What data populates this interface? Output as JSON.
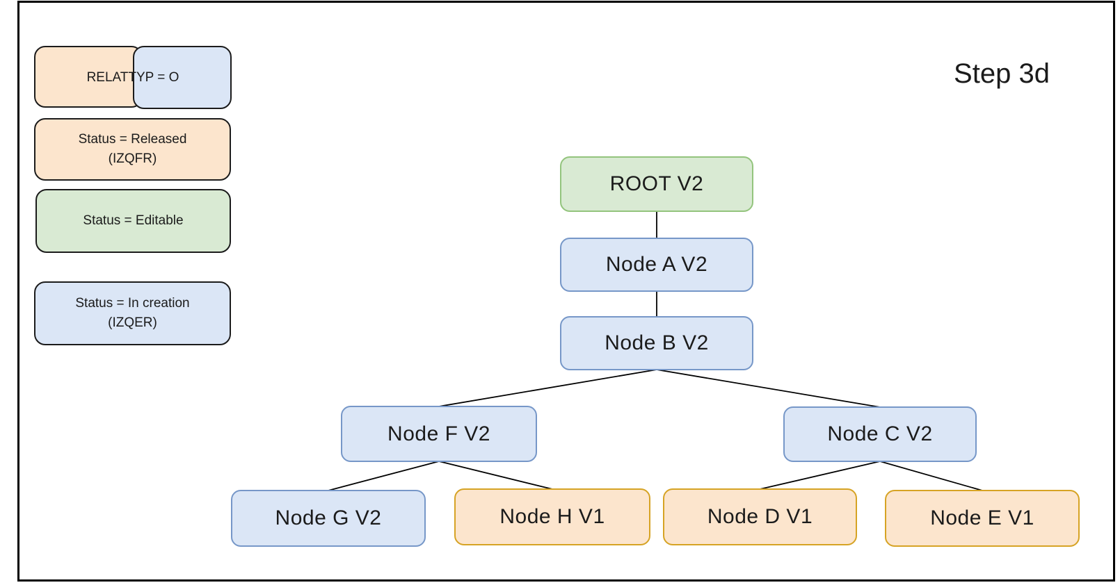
{
  "page": {
    "step_label": "Step 3d"
  },
  "palette": {
    "released_fill": "#fce5cd",
    "released_border": "#d6a324",
    "editable_fill": "#d9ead3",
    "editable_border": "#93c47d",
    "in_creation_fill": "#dbe6f6",
    "in_creation_border": "#7697c8",
    "connector_line": "#000000",
    "frame_border": "#000000"
  },
  "legend": {
    "relattyp": {
      "label": "RELATTYP = O"
    },
    "released": {
      "line1": "Status = Released",
      "line2": "(IZQFR)"
    },
    "editable": {
      "line1": "Status = Editable"
    },
    "in_creation": {
      "line1": "Status = In creation",
      "line2": "(IZQER)"
    }
  },
  "diagram": {
    "nodes": {
      "root": {
        "label": "ROOT V2",
        "status": "editable"
      },
      "a": {
        "label": "Node A V2",
        "status": "in_creation"
      },
      "b": {
        "label": "Node B V2",
        "status": "in_creation"
      },
      "f": {
        "label": "Node F V2",
        "status": "in_creation"
      },
      "c": {
        "label": "Node C V2",
        "status": "in_creation"
      },
      "g": {
        "label": "Node G V2",
        "status": "in_creation"
      },
      "h": {
        "label": "Node H V1",
        "status": "released"
      },
      "d": {
        "label": "Node D V1",
        "status": "released"
      },
      "e": {
        "label": "Node E V1",
        "status": "released"
      }
    },
    "edges": [
      [
        "root",
        "a"
      ],
      [
        "a",
        "b"
      ],
      [
        "b",
        "f"
      ],
      [
        "b",
        "c"
      ],
      [
        "f",
        "g"
      ],
      [
        "f",
        "h"
      ],
      [
        "c",
        "d"
      ],
      [
        "c",
        "e"
      ]
    ]
  }
}
